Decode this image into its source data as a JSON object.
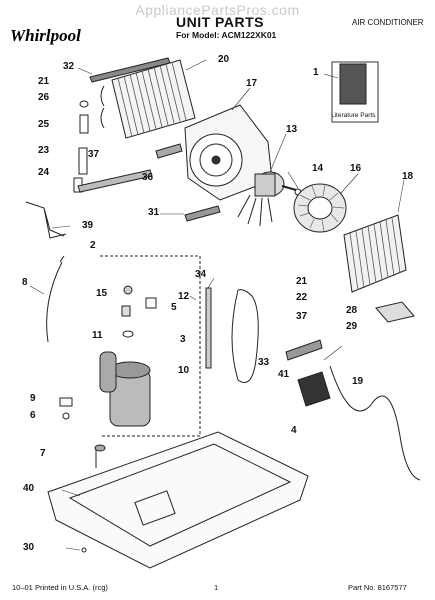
{
  "watermark": "AppliancePartsPros.com",
  "header": {
    "brand": "Whirlpool",
    "title": "UNIT PARTS",
    "model": "For Model: ACM122XK01",
    "category": "AIR CONDITIONER"
  },
  "literature_label": "Literature Parts",
  "callouts": [
    {
      "id": "c32",
      "text": "32"
    },
    {
      "id": "c20",
      "text": "20"
    },
    {
      "id": "c1",
      "text": "1"
    },
    {
      "id": "c21a",
      "text": "21"
    },
    {
      "id": "c26",
      "text": "26"
    },
    {
      "id": "c17",
      "text": "17"
    },
    {
      "id": "c25",
      "text": "25"
    },
    {
      "id": "c37a",
      "text": "37"
    },
    {
      "id": "c13",
      "text": "13"
    },
    {
      "id": "c23",
      "text": "23"
    },
    {
      "id": "c14",
      "text": "14"
    },
    {
      "id": "c16",
      "text": "16"
    },
    {
      "id": "c36",
      "text": "36"
    },
    {
      "id": "c18",
      "text": "18"
    },
    {
      "id": "c24",
      "text": "24"
    },
    {
      "id": "c31",
      "text": "31"
    },
    {
      "id": "c39",
      "text": "39"
    },
    {
      "id": "c2",
      "text": "2"
    },
    {
      "id": "c34",
      "text": "34"
    },
    {
      "id": "c21b",
      "text": "21"
    },
    {
      "id": "c8",
      "text": "8"
    },
    {
      "id": "c15",
      "text": "15"
    },
    {
      "id": "c12",
      "text": "12"
    },
    {
      "id": "c22",
      "text": "22"
    },
    {
      "id": "c5",
      "text": "5"
    },
    {
      "id": "c28",
      "text": "28"
    },
    {
      "id": "c37b",
      "text": "37"
    },
    {
      "id": "c11",
      "text": "11"
    },
    {
      "id": "c29",
      "text": "29"
    },
    {
      "id": "c3",
      "text": "3"
    },
    {
      "id": "c33",
      "text": "33"
    },
    {
      "id": "c10",
      "text": "10"
    },
    {
      "id": "c41",
      "text": "41"
    },
    {
      "id": "c19",
      "text": "19"
    },
    {
      "id": "c9",
      "text": "9"
    },
    {
      "id": "c6",
      "text": "6"
    },
    {
      "id": "c4",
      "text": "4"
    },
    {
      "id": "c7",
      "text": "7"
    },
    {
      "id": "c40",
      "text": "40"
    },
    {
      "id": "c30",
      "text": "30"
    }
  ],
  "footer": {
    "printed": "10–01 Printed in U.S.A. (rcg)",
    "page": "1",
    "part_no": "Part No. 8167577"
  }
}
